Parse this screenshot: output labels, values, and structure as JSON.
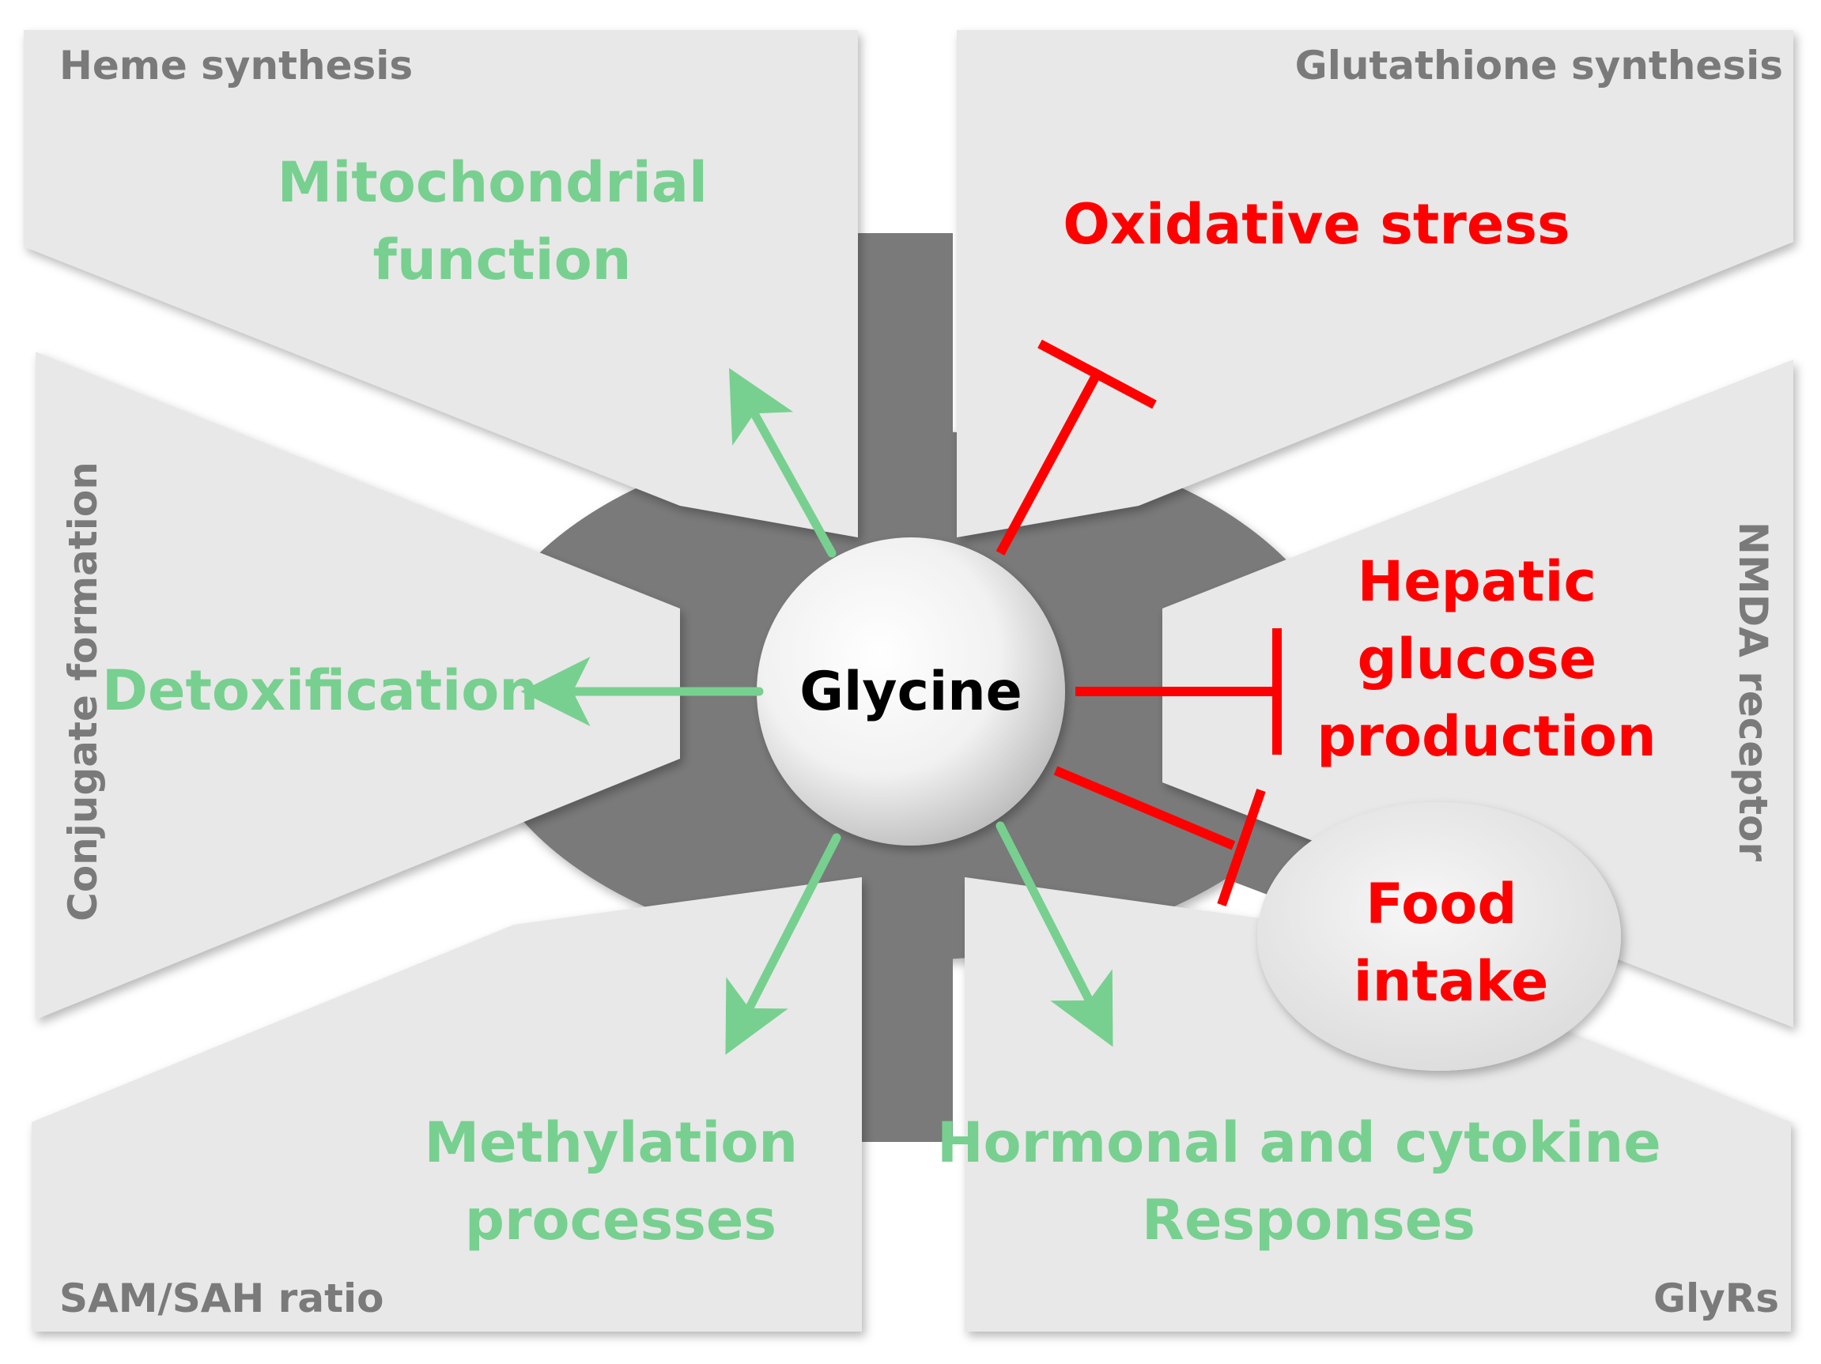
{
  "center": {
    "label": "Glycine"
  },
  "panels": {
    "top_left": {
      "pathway": "Heme synthesis",
      "effect": [
        "Mitochondrial",
        "function"
      ],
      "relation": "promotes"
    },
    "top_right": {
      "pathway": "Glutathione synthesis",
      "effect": [
        "Oxidative stress"
      ],
      "relation": "inhibits"
    },
    "left": {
      "pathway": "Conjugate formation",
      "effect": [
        "Detoxification"
      ],
      "relation": "promotes"
    },
    "right": {
      "pathway": "NMDA receptor",
      "effect": [
        "Hepatic",
        "glucose",
        "production"
      ],
      "relation": "inhibits"
    },
    "right_ellipse": {
      "effect": [
        "Food",
        "intake"
      ],
      "relation": "inhibits"
    },
    "bottom_left": {
      "pathway": "SAM/SAH ratio",
      "effect": [
        "Methylation",
        "processes"
      ],
      "relation": "promotes"
    },
    "bottom_right": {
      "pathway": "GlyRs",
      "effect": [
        "Hormonal and cytokine",
        "Responses"
      ],
      "relation": "promotes"
    }
  },
  "colors": {
    "promotes": "#77d08f",
    "inhibits": "#ff0000",
    "panel_fill": "#e8e8e8",
    "hub": "#7a7a7a",
    "pathway_text": "#7a7a7a"
  }
}
